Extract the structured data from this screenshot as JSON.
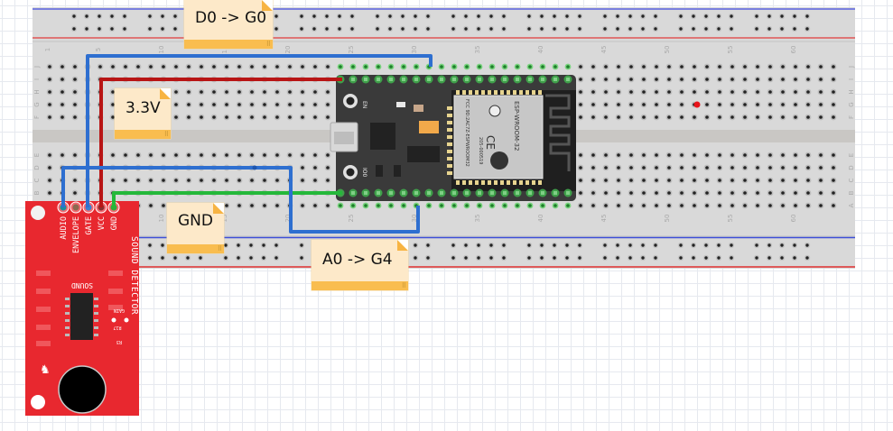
{
  "title": "ESP32 sound detector breadboard wiring",
  "notes": [
    {
      "id": "d0",
      "text": "D0 -> G0"
    },
    {
      "id": "vcc",
      "text": "3.3V"
    },
    {
      "id": "gnd",
      "text": "GND"
    },
    {
      "id": "a0",
      "text": "A0 -> G4"
    }
  ],
  "breadboard": {
    "rows_top": [
      "J",
      "I",
      "H",
      "G",
      "F"
    ],
    "rows_bottom": [
      "E",
      "D",
      "C",
      "B",
      "A"
    ],
    "column_labels": [
      "1",
      "5",
      "10",
      "15",
      "20",
      "25",
      "30",
      "35",
      "40",
      "45",
      "50",
      "55",
      "60"
    ],
    "columns": 63
  },
  "esp32": {
    "module_label": "ESP-WROOM-32",
    "fcc_label": "FCC 9D:2AC7Z-ESPWROOM32",
    "cert_label": "205-000519",
    "button_en": "EN",
    "button_io0": "IO0"
  },
  "sensor": {
    "name": "SOUND DETECTOR",
    "small_label": "SOUND",
    "pins": [
      "AUDIO",
      "ENVELOPE",
      "GATE",
      "VCC",
      "GND"
    ],
    "gain_label": "GAIN",
    "r17_label": "R17",
    "r3_label": "R3"
  },
  "wires": [
    {
      "name": "gate-to-g0",
      "color": "#2e6fd0"
    },
    {
      "name": "vcc-to-3v3",
      "color": "#b81515"
    },
    {
      "name": "gnd-wire",
      "color": "#25b83a"
    },
    {
      "name": "audio-to-g4",
      "color": "#2e6fd0"
    }
  ],
  "colors": {
    "board": "#d9d9d9",
    "rail_blue": "#3d4fd8",
    "rail_red": "#e04040",
    "esp_body": "#3a3a3a",
    "sensor_red": "#e8282f",
    "note_bg": "#fde9c9",
    "note_bar": "#f9bd4f"
  }
}
